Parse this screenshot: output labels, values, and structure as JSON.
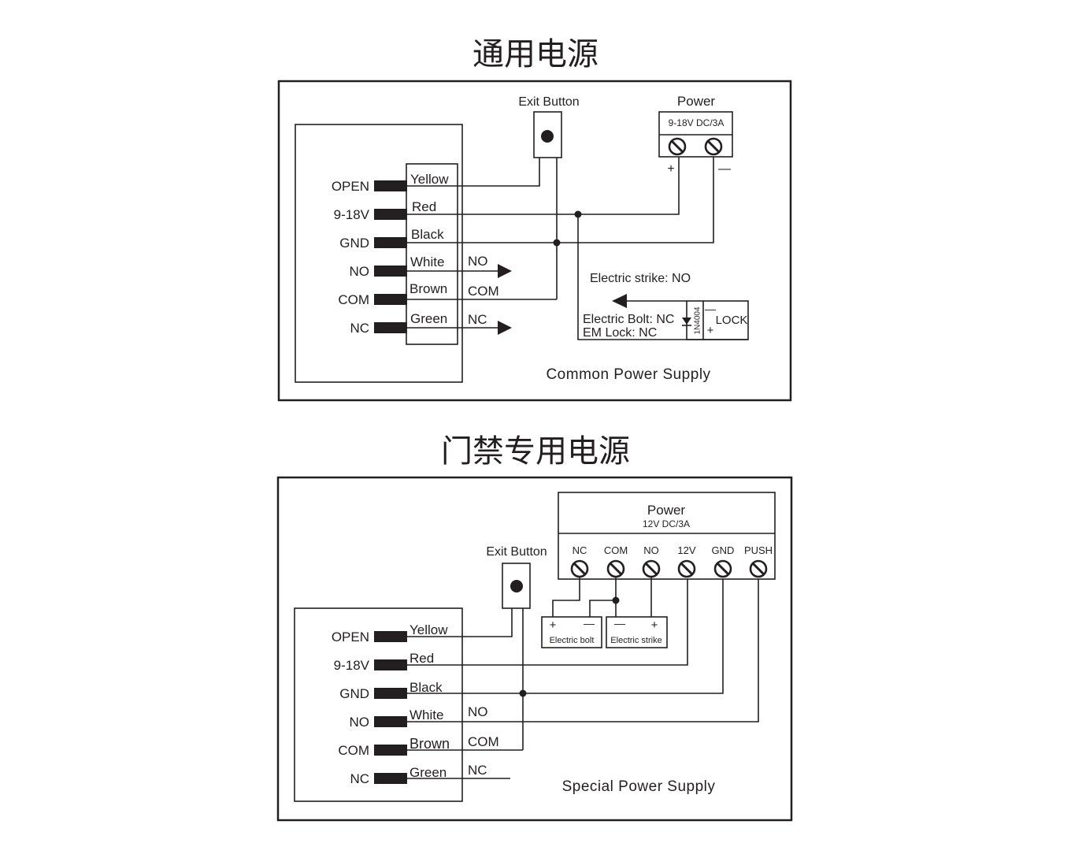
{
  "titles": {
    "common": "通用电源",
    "special": "门禁专用电源"
  },
  "common": {
    "terminals": [
      "OPEN",
      "9-18V",
      "GND",
      "NO",
      "COM",
      "NC"
    ],
    "wires": [
      "Yellow",
      "Red",
      "Black",
      "White",
      "Brown",
      "Green"
    ],
    "outputs": [
      "NO",
      "COM",
      "NC"
    ],
    "exit_button": "Exit Button",
    "power": {
      "label": "Power",
      "rating": "9-18V DC/3A",
      "plus": "+",
      "minus": "—"
    },
    "lock": {
      "strike_label": "Electric strike: NO",
      "bolt_label": "Electric Bolt: NC",
      "em_label": "EM Lock: NC",
      "diode": "1N4004",
      "name": "LOCK",
      "minus": "—",
      "plus": "+"
    },
    "caption": "Common Power Supply"
  },
  "special": {
    "terminals": [
      "OPEN",
      "9-18V",
      "GND",
      "NO",
      "COM",
      "NC"
    ],
    "wires": [
      "Yellow",
      "Red",
      "Black",
      "White",
      "Brown",
      "Green"
    ],
    "outputs": [
      "NO",
      "COM",
      "NC"
    ],
    "exit_button": "Exit Button",
    "power": {
      "label": "Power",
      "rating": "12V DC/3A",
      "terminals": [
        "NC",
        "COM",
        "NO",
        "12V",
        "GND",
        "PUSH"
      ]
    },
    "electric_bolt": {
      "label": "Electric bolt",
      "plus": "+",
      "minus": "—"
    },
    "electric_strike": {
      "label": "Electric strike",
      "minus": "—",
      "plus": "+"
    },
    "caption": "Special Power Supply"
  }
}
